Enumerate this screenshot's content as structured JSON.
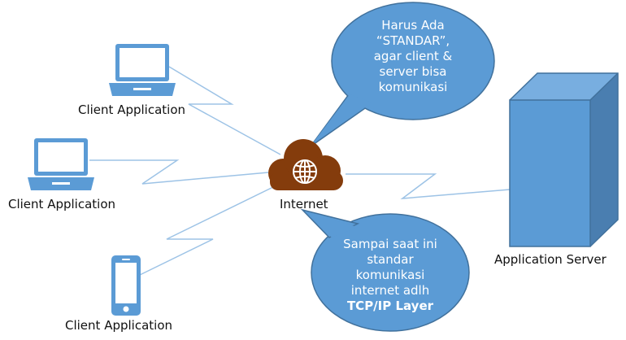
{
  "colors": {
    "device_blue": "#5b9bd5",
    "device_outline": "#41719c",
    "link_line": "#9dc3e6",
    "cloud_brown": "#843c0c",
    "server_front": "#5b9bd5",
    "server_side": "#4a7eb0",
    "server_top": "#78aee0",
    "bubble_fill": "#5b9bd5",
    "bubble_stroke": "#41719c",
    "text_dark": "#111111",
    "text_light": "#ffffff"
  },
  "clients": [
    {
      "label": "Client Application",
      "icon": "laptop-icon"
    },
    {
      "label": "Client Application",
      "icon": "laptop-icon"
    },
    {
      "label": "Client Application",
      "icon": "smartphone-icon"
    }
  ],
  "internet": {
    "label": "Internet",
    "icon": "cloud-globe-icon"
  },
  "server": {
    "label": "Application Server",
    "icon": "server-tower-icon"
  },
  "callout_top": {
    "lines": [
      "Harus Ada",
      "“STANDAR”,",
      "agar client &",
      "server bisa",
      "komunikasi"
    ]
  },
  "callout_bottom": {
    "lines": [
      "Sampai saat ini",
      "standar",
      "komunikasi",
      "internet adlh"
    ],
    "emphasis": "TCP/IP Layer"
  }
}
